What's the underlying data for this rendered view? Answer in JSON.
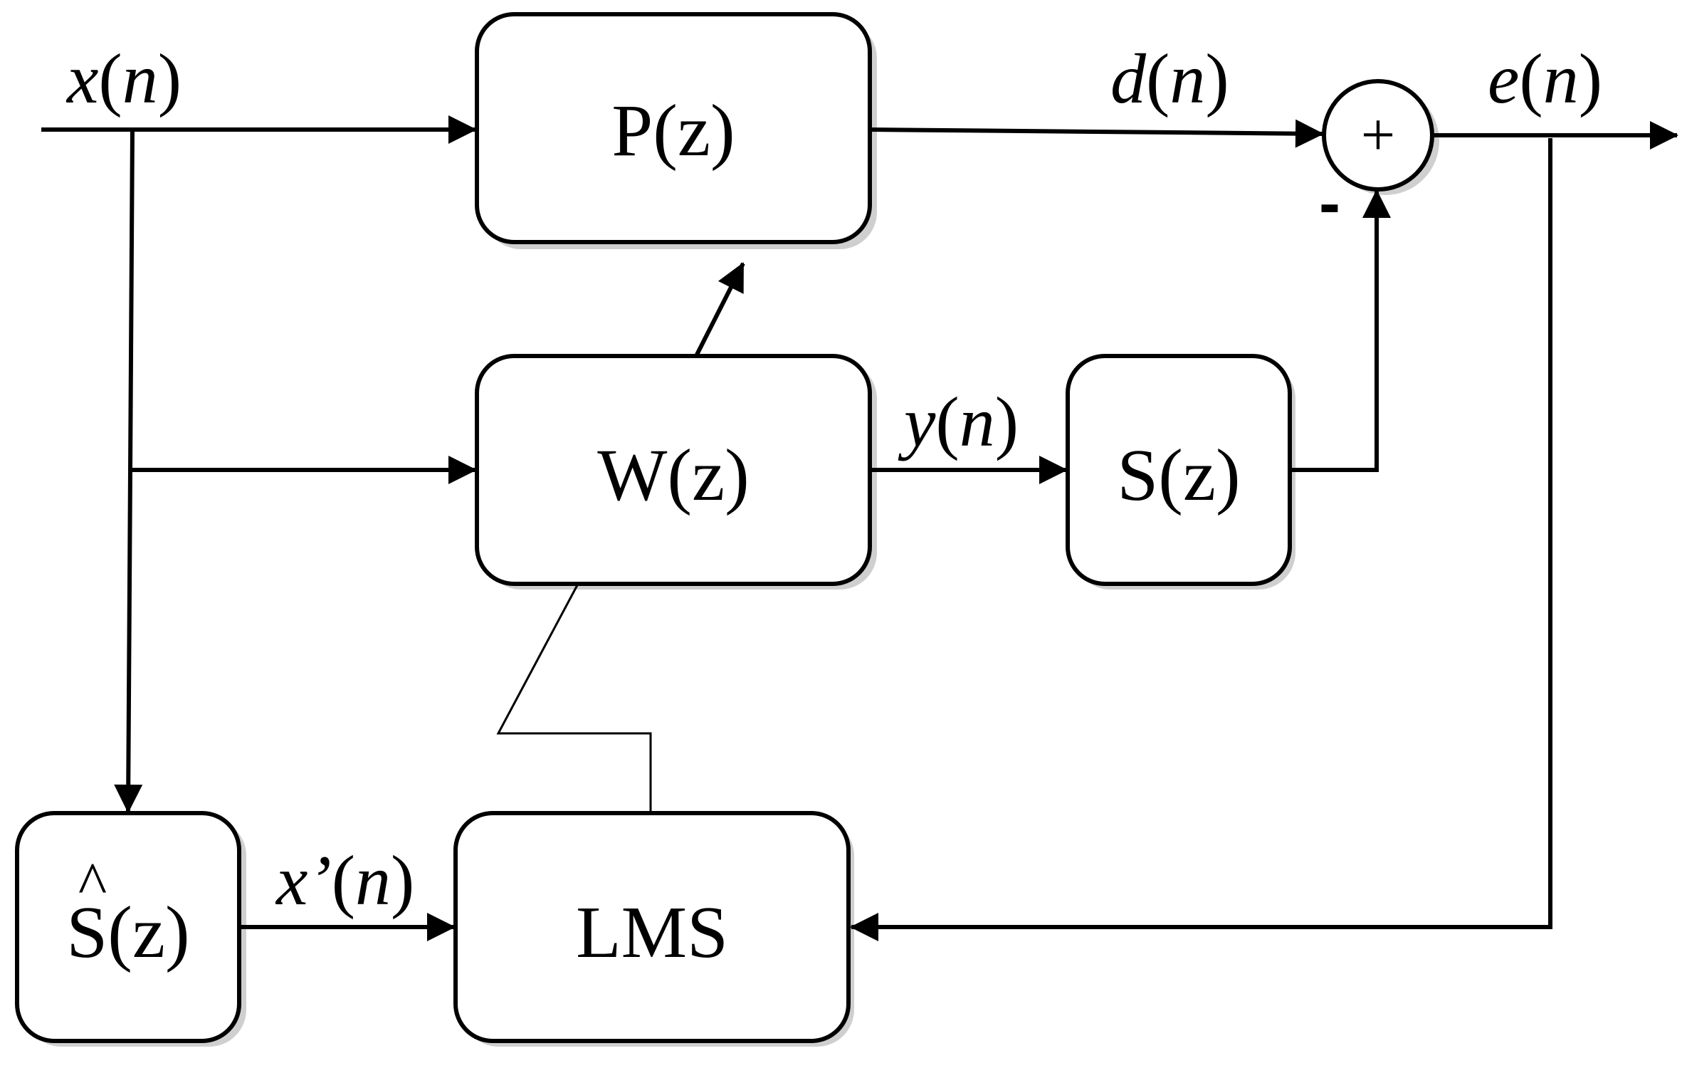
{
  "blocks": {
    "p": "P(z)",
    "w": "W(z)",
    "s": "S(z)",
    "s_hat": "S(z)",
    "s_hat_accent": "^",
    "lms": "LMS"
  },
  "signals": {
    "x_name": "x",
    "d_name": "d",
    "e_name": "e",
    "y_name": "y",
    "xp_name": "x’",
    "index": "n",
    "open": "(",
    "close": ")"
  },
  "sum_junction": {
    "plus": "+",
    "minus": "-"
  }
}
